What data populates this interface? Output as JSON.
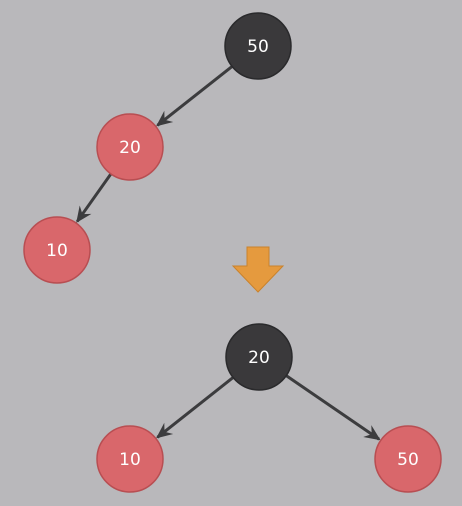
{
  "colors": {
    "background": "#b9b8bb",
    "black_node": "#3a393b",
    "red_node": "#d9676b",
    "edge": "#3c3c3e",
    "arrow": "#e59a3e"
  },
  "before": {
    "nodes": [
      {
        "id": "b50",
        "label": "50",
        "color": "black"
      },
      {
        "id": "b20",
        "label": "20",
        "color": "red"
      },
      {
        "id": "b10",
        "label": "10",
        "color": "red"
      }
    ],
    "edges": [
      {
        "from": "b50",
        "to": "b20"
      },
      {
        "from": "b20",
        "to": "b10"
      }
    ]
  },
  "transition_icon": "down-arrow-icon",
  "after": {
    "nodes": [
      {
        "id": "a20",
        "label": "20",
        "color": "black"
      },
      {
        "id": "a10",
        "label": "10",
        "color": "red"
      },
      {
        "id": "a50",
        "label": "50",
        "color": "red"
      }
    ],
    "edges": [
      {
        "from": "a20",
        "to": "a10"
      },
      {
        "from": "a20",
        "to": "a50"
      }
    ]
  }
}
